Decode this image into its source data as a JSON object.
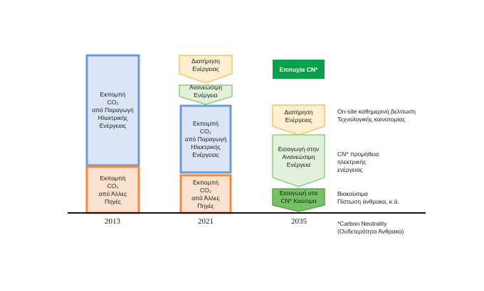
{
  "colors": {
    "blue_fill": "#dbe5f5",
    "blue_border": "#6b9bd1",
    "orange_fill": "#fbe2d0",
    "orange_border": "#ee8a42",
    "yellow_fill": "#fdefcf",
    "yellow_border": "#f2c46d",
    "green_fill": "#e2f1dc",
    "green_border": "#8ccf7a",
    "green_dark_fill": "#77c165",
    "cn_badge": "#0aa04a"
  },
  "years": {
    "y2013": "2013",
    "y2021": "2021",
    "y2035": "2035"
  },
  "col_2013": {
    "electric": "Εκπομπή\nCO₂\nαπό Παραγωγή\nΗλεκτρικής\nΕνέργειας",
    "other": "Εκπομπή\nCO₂\nαπό Άλλες\nΠηγές"
  },
  "col_2021": {
    "maintain": "Διατήρηση\nΕνέργειας",
    "renewable": "Ανανεώσιμη\nΕνέργεια",
    "electric": "Εκπομπή\nCO₂\nαπό Παραγωγή\nΗλεκτρικής\nΕνέργειας",
    "other": "Εκπομπή\nCO₂\nαπό Άλλες\nΠηγές"
  },
  "col_2035": {
    "badge": "Επιτυχία CN*",
    "maintain": "Διατήρηση\nΕνέργειας",
    "import_renewable": "Εισαγωγή στην\nΑνανεώσιμη\nΕνέργεια",
    "import_fuel": "Εισαγωγή στα\nCN* Καύσιμα"
  },
  "notes": {
    "maintain": "On-site καθημερινή βελτίωση\nΤεχνολογικής καινοτομίας",
    "renewable": "CN* προμήθεια\nηλεκτρικής\nενέργειας",
    "fuel": "Βιοκαύσιμα\nΠίστωση άνθρακα, κ.ά.",
    "footnote": "*Carbon Neutrality\n(Ουδετερότητα Άνθρακα)"
  }
}
